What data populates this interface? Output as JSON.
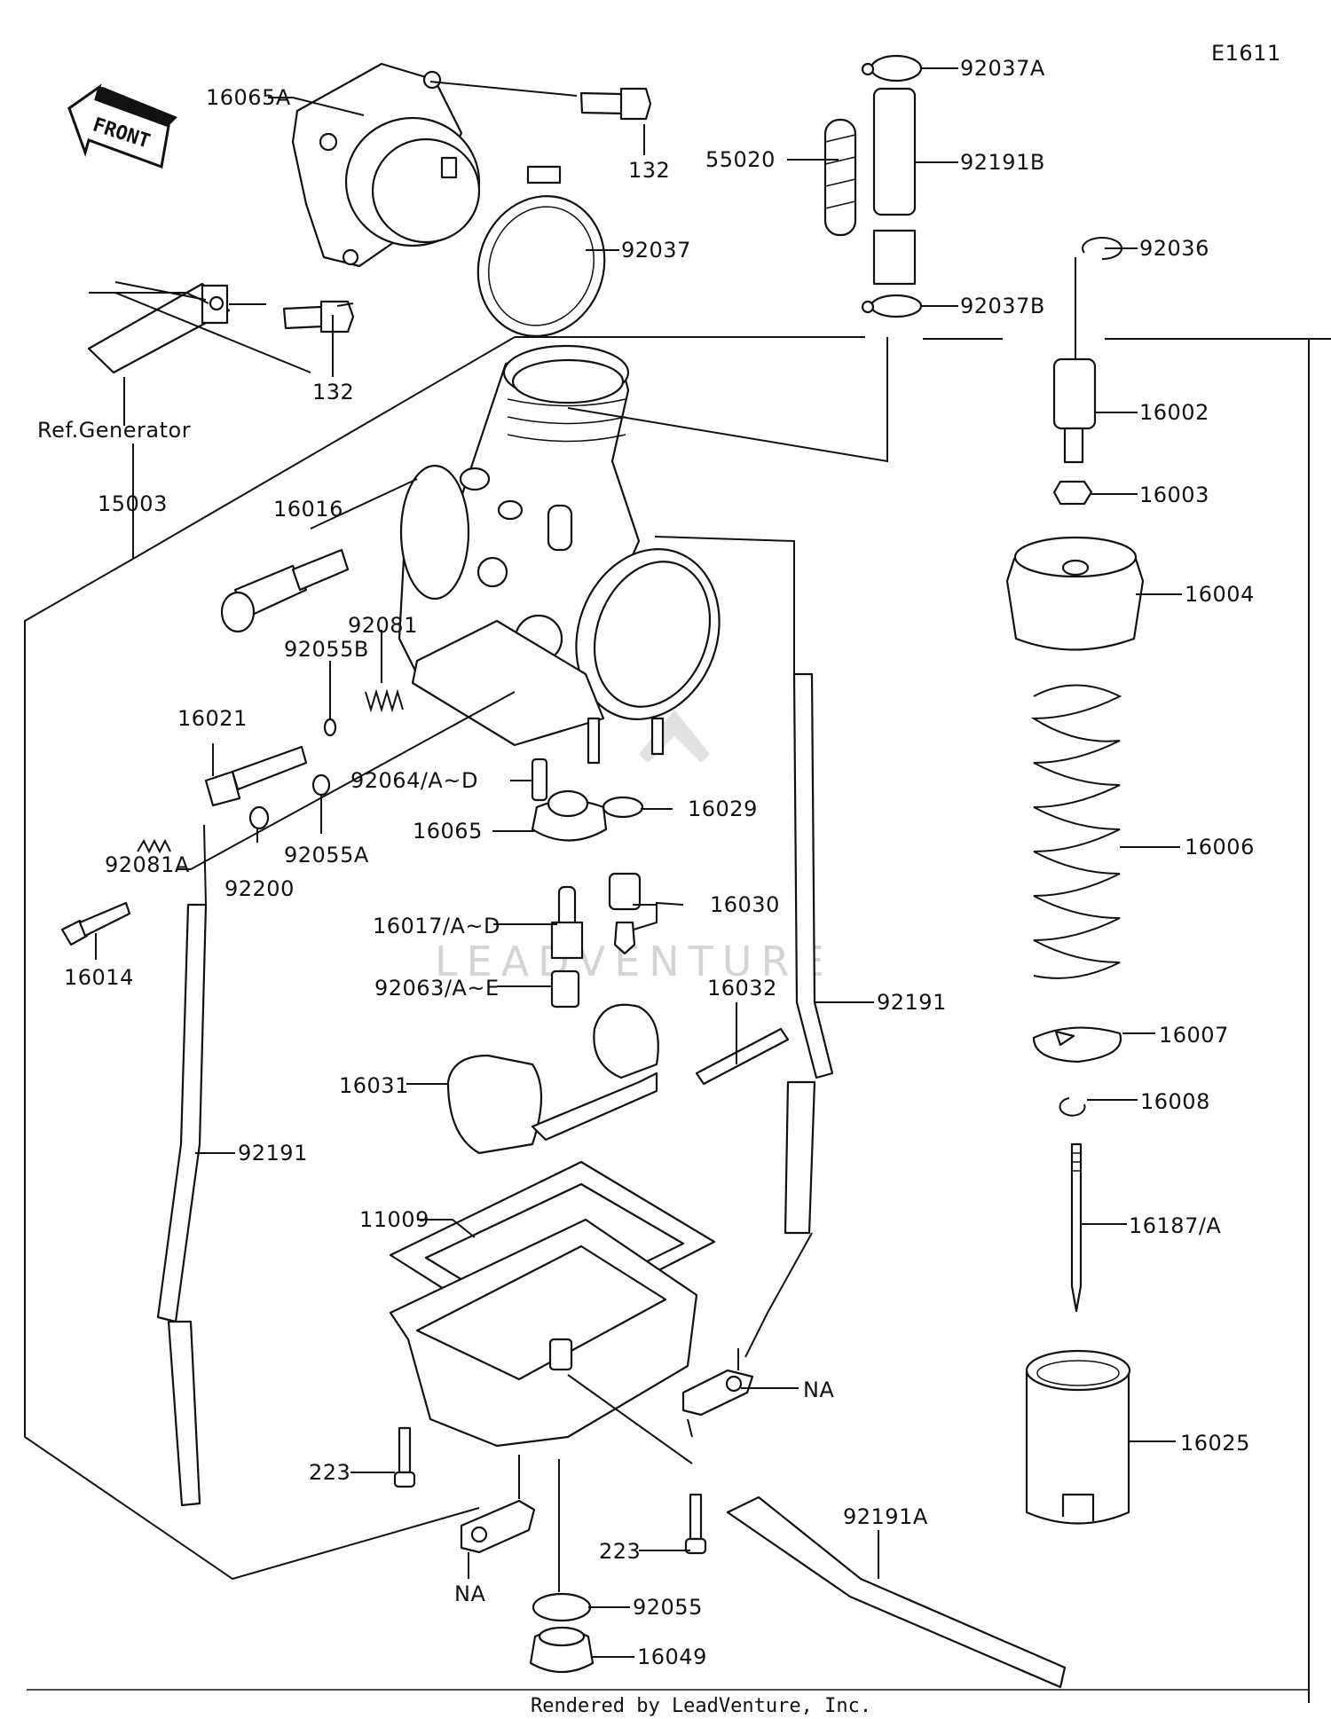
{
  "diagram_code": "E1611",
  "front_label": "FRONT",
  "ref_generator": "Ref.Generator",
  "watermark": "LEADVENTURE",
  "footer": "Rendered by LeadVenture, Inc.",
  "parts": {
    "p16065A": "16065A",
    "p132a": "132",
    "p132b": "132",
    "p92037": "92037",
    "p92037A": "92037A",
    "p55020": "55020",
    "p92191B": "92191B",
    "p92036": "92036",
    "p92037B": "92037B",
    "p16002": "16002",
    "p16003": "16003",
    "p16004": "16004",
    "p15003": "15003",
    "p16016": "16016",
    "p92081": "92081",
    "p92055B": "92055B",
    "p16021": "16021",
    "p92064": "92064/A~D",
    "p16029": "16029",
    "p16065": "16065",
    "p92081A": "92081A",
    "p92200": "92200",
    "p92055A": "92055A",
    "p16006": "16006",
    "p16030": "16030",
    "p16017": "16017/A~D",
    "p16014": "16014",
    "p92063": "92063/A~E",
    "p16032": "16032",
    "p92191r": "92191",
    "p16007": "16007",
    "p16031": "16031",
    "p16008": "16008",
    "p92191l": "92191",
    "p11009": "11009",
    "p16187": "16187/A",
    "pNAr": "NA",
    "p16025": "16025",
    "p223a": "223",
    "p92191A": "92191A",
    "p223b": "223",
    "pNAl": "NA",
    "p92055": "92055",
    "p16049": "16049"
  }
}
